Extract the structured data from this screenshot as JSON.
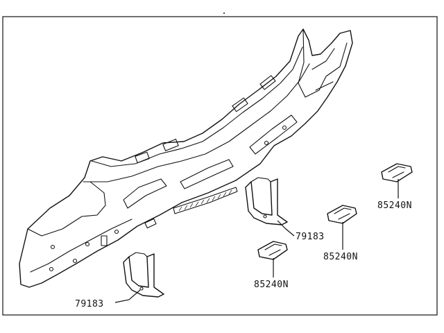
{
  "callouts": [
    {
      "id": "bracket-right",
      "part_number": "79183"
    },
    {
      "id": "bracket-left",
      "part_number": "79183"
    },
    {
      "id": "clip-top",
      "part_number": "85240N"
    },
    {
      "id": "clip-middle",
      "part_number": "85240N"
    },
    {
      "id": "clip-bottom",
      "part_number": "85240N"
    }
  ]
}
